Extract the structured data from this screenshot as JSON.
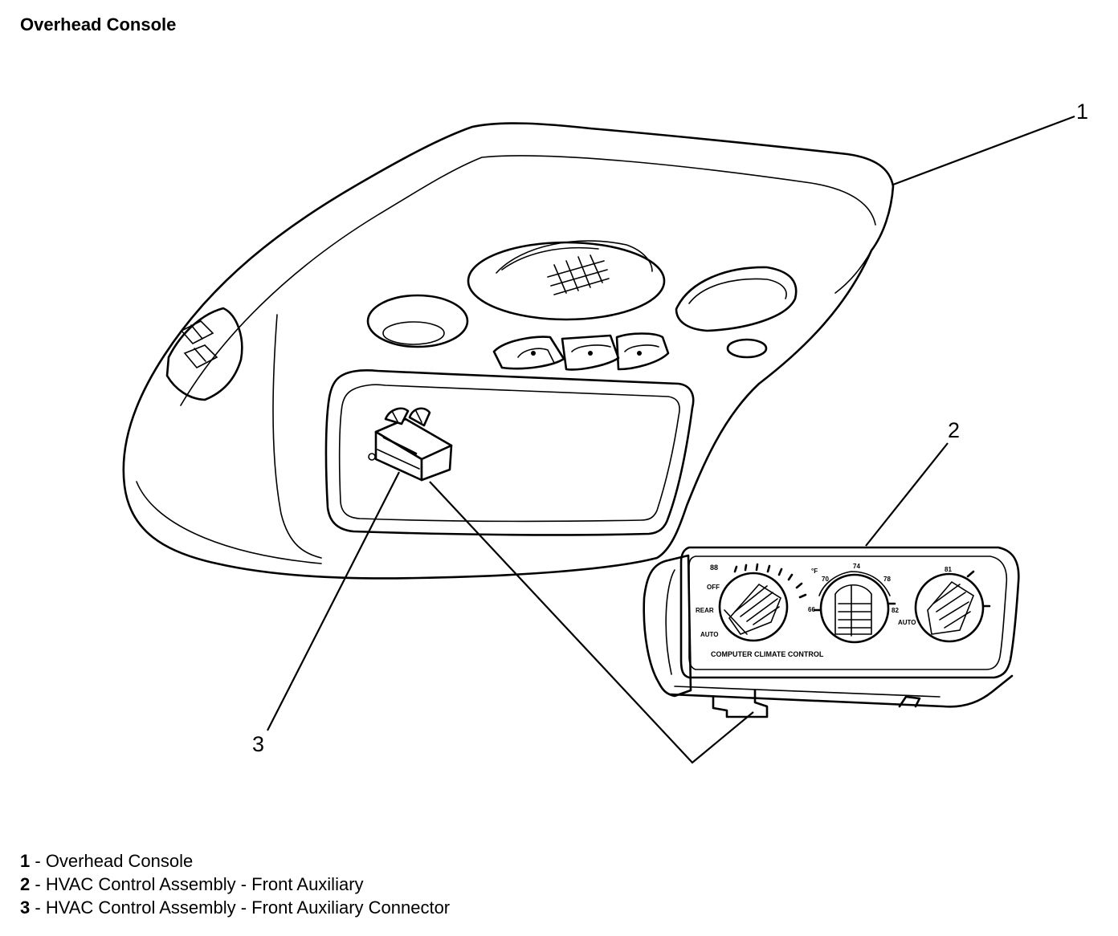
{
  "title": "Overhead Console",
  "callouts": {
    "c1": "1",
    "c2": "2",
    "c3": "3"
  },
  "panel": {
    "fan_speed": "88",
    "off": "OFF",
    "rear": "REAR",
    "auto_left": "AUTO",
    "deg_f": "°F",
    "t70": "70",
    "t74": "74",
    "t78": "78",
    "t66": "66",
    "t82": "82",
    "auto_right": "AUTO",
    "r81": "81",
    "name": "COMPUTER CLIMATE CONTROL"
  },
  "legend": [
    {
      "num": "1",
      "sep": " - ",
      "text": "Overhead Console"
    },
    {
      "num": "2",
      "sep": " - ",
      "text": "HVAC Control Assembly - Front Auxiliary"
    },
    {
      "num": "3",
      "sep": " - ",
      "text": "HVAC Control Assembly - Front Auxiliary Connector"
    }
  ]
}
